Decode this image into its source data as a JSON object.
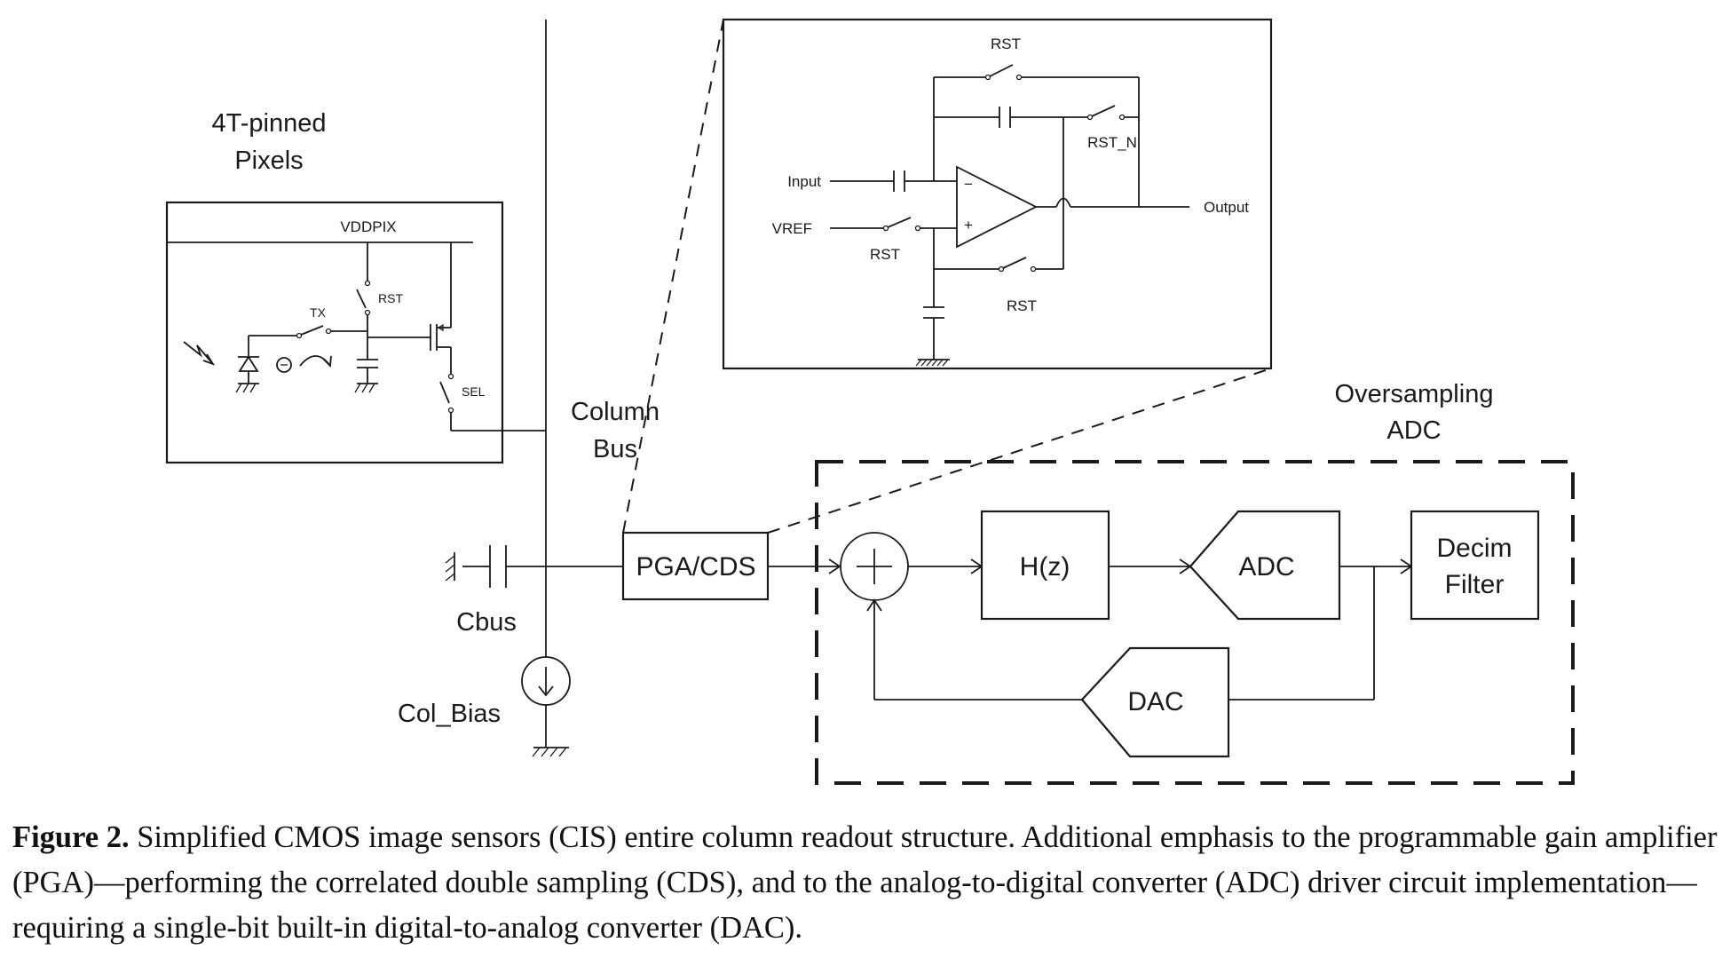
{
  "labels": {
    "pixels_line1": "4T-pinned",
    "pixels_line2": "Pixels",
    "vddpix": "VDDPIX",
    "tx": "TX",
    "rst": "RST",
    "sel": "SEL",
    "column_bus_line1": "Column",
    "column_bus_line2": "Bus",
    "cbus": "Cbus",
    "col_bias": "Col_Bias",
    "pga_cds": "PGA/CDS",
    "input": "Input",
    "vref": "VREF",
    "output": "Output",
    "rst_n": "RST_N",
    "oversampling_line1": "Oversampling",
    "oversampling_line2": "ADC",
    "hz": "H(z)",
    "adc": "ADC",
    "decim_line1": "Decim",
    "decim_line2": "Filter",
    "dac": "DAC",
    "minus_sign": "−",
    "plus_sign": "+"
  },
  "caption": {
    "label": "Figure 2.",
    "text": "Simplified CMOS image sensors (CIS) entire column readout structure. Additional emphasis to the programmable gain amplifier (PGA)—performing the correlated double sampling (CDS), and to the analog-to-digital converter (ADC) driver circuit implementation—requiring a single-bit built-in digital-to-analog converter (DAC)."
  }
}
